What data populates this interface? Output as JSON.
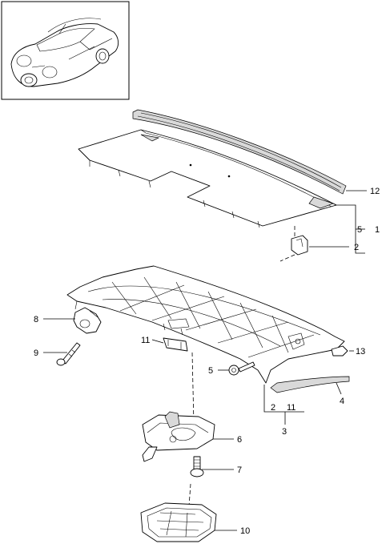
{
  "labels": {
    "p1": "1",
    "p2a": "2",
    "p2b": "2",
    "p3": "3",
    "p4": "4",
    "p5a": "5",
    "p5b": "5",
    "p6": "6",
    "p7": "7",
    "p8": "8",
    "p9": "9",
    "p10": "10",
    "p11a": "11",
    "p11b": "11",
    "p12": "12",
    "p13": "13"
  }
}
